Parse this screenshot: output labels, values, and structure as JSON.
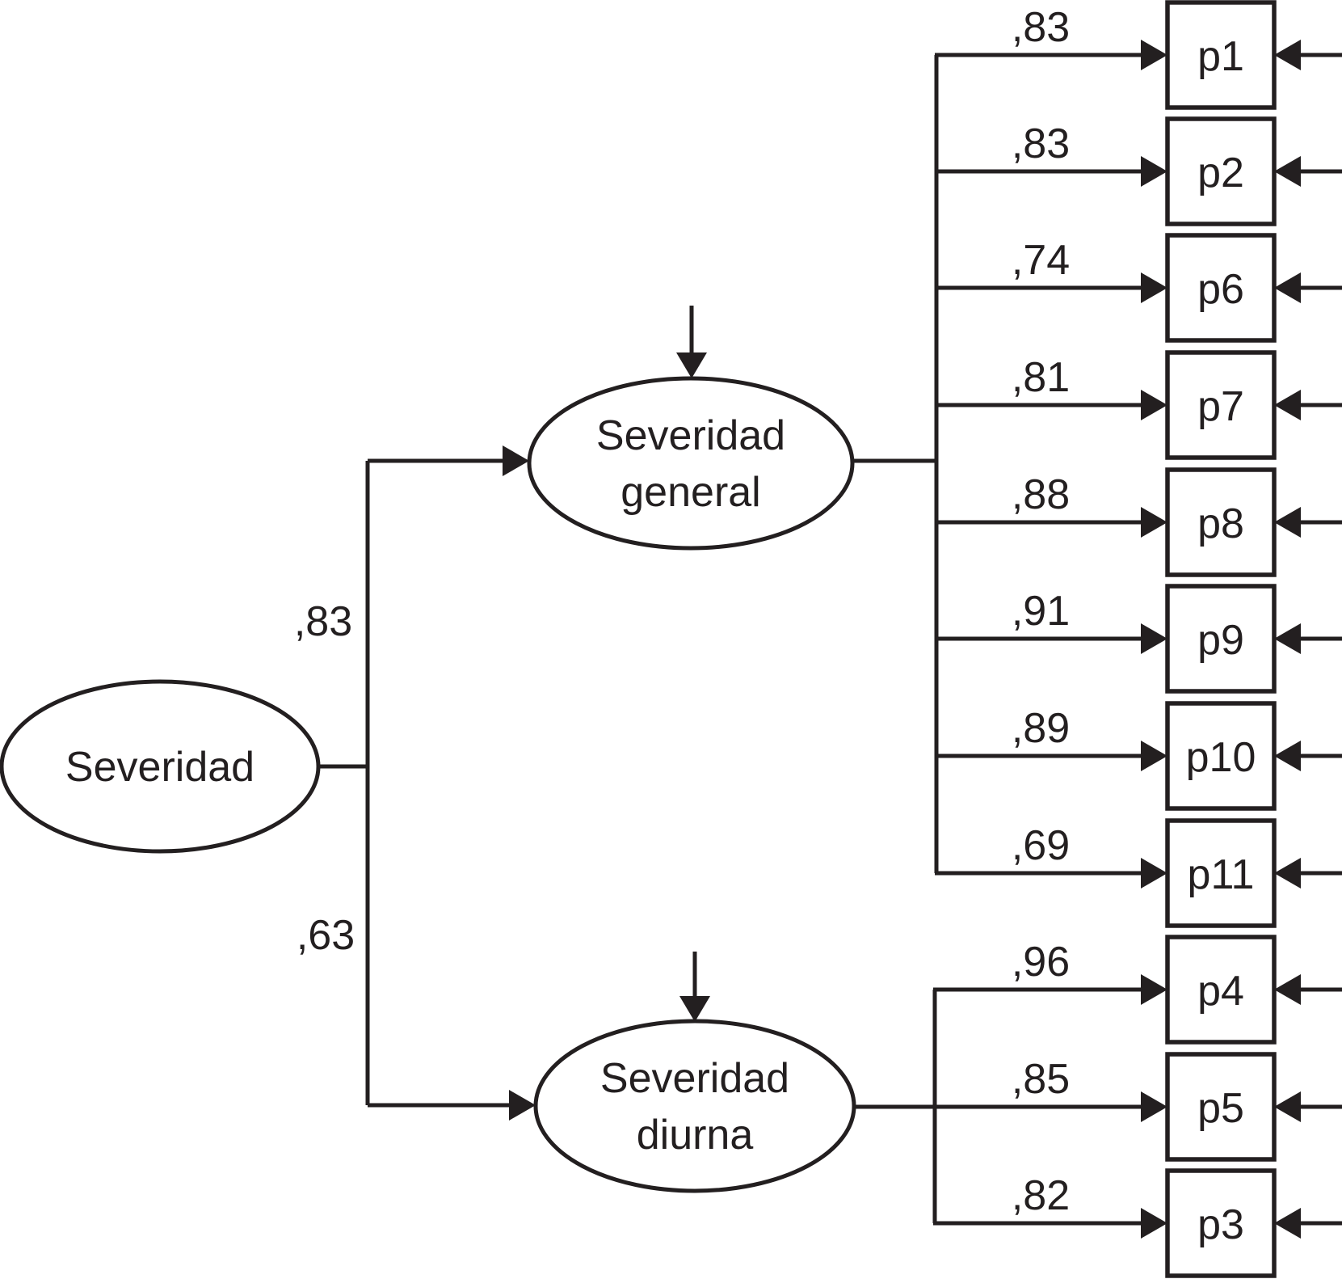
{
  "diagram": {
    "root_factor": {
      "label": "Severidad"
    },
    "general_factor": {
      "label_line1": "Severidad",
      "label_line2": "general"
    },
    "diurna_factor": {
      "label_line1": "Severidad",
      "label_line2": "diurna"
    },
    "second_order_paths": {
      "to_general": ",83",
      "to_diurna": ",63"
    },
    "general_indicators": [
      {
        "id": "p1",
        "loading": ",83"
      },
      {
        "id": "p2",
        "loading": ",83"
      },
      {
        "id": "p6",
        "loading": ",74"
      },
      {
        "id": "p7",
        "loading": ",81"
      },
      {
        "id": "p8",
        "loading": ",88"
      },
      {
        "id": "p9",
        "loading": ",91"
      },
      {
        "id": "p10",
        "loading": ",89"
      },
      {
        "id": "p11",
        "loading": ",69"
      }
    ],
    "diurna_indicators": [
      {
        "id": "p4",
        "loading": ",96"
      },
      {
        "id": "p5",
        "loading": ",85"
      },
      {
        "id": "p3",
        "loading": ",82"
      }
    ],
    "colors": {
      "ink": "#231f20",
      "background": "#ffffff"
    }
  }
}
